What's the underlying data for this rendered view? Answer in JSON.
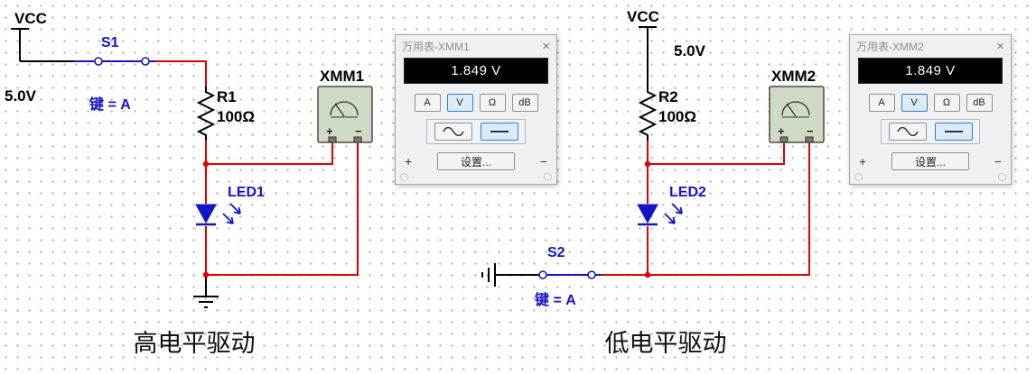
{
  "colors": {
    "wire_red": "#e00000",
    "wire_black": "#000000",
    "component_blue": "#1414c8",
    "meter_face": "#cfdac4",
    "selected_button_border": "#2f7fd0",
    "grid_dot": "#b9b9b9"
  },
  "left_circuit": {
    "vcc": "VCC",
    "vcc_value": "5.0V",
    "switch": "S1",
    "switch_key": "键 = A",
    "resistor": "R1",
    "resistor_value": "100Ω",
    "meter": "XMM1",
    "led": "LED1",
    "caption": "高电平驱动"
  },
  "right_circuit": {
    "vcc": "VCC",
    "vcc_value": "5.0V",
    "switch": "S2",
    "switch_key": "键 = A",
    "resistor": "R2",
    "resistor_value": "100Ω",
    "meter": "XMM2",
    "led": "LED2",
    "caption": "低电平驱动"
  },
  "dialog1": {
    "title": "万用表-XMM1",
    "close": "×",
    "reading": "1.849 V",
    "btn_a": "A",
    "btn_v": "V",
    "btn_ohm": "Ω",
    "btn_db": "dB",
    "ac_icon": "sine-wave",
    "dc_icon": "straight-line",
    "settings": "设置...",
    "plus": "+",
    "minus": "−"
  },
  "dialog2": {
    "title": "万用表-XMM2",
    "close": "×",
    "reading": "1.849 V",
    "btn_a": "A",
    "btn_v": "V",
    "btn_ohm": "Ω",
    "btn_db": "dB",
    "ac_icon": "sine-wave",
    "dc_icon": "straight-line",
    "settings": "设置...",
    "plus": "+",
    "minus": "−"
  }
}
